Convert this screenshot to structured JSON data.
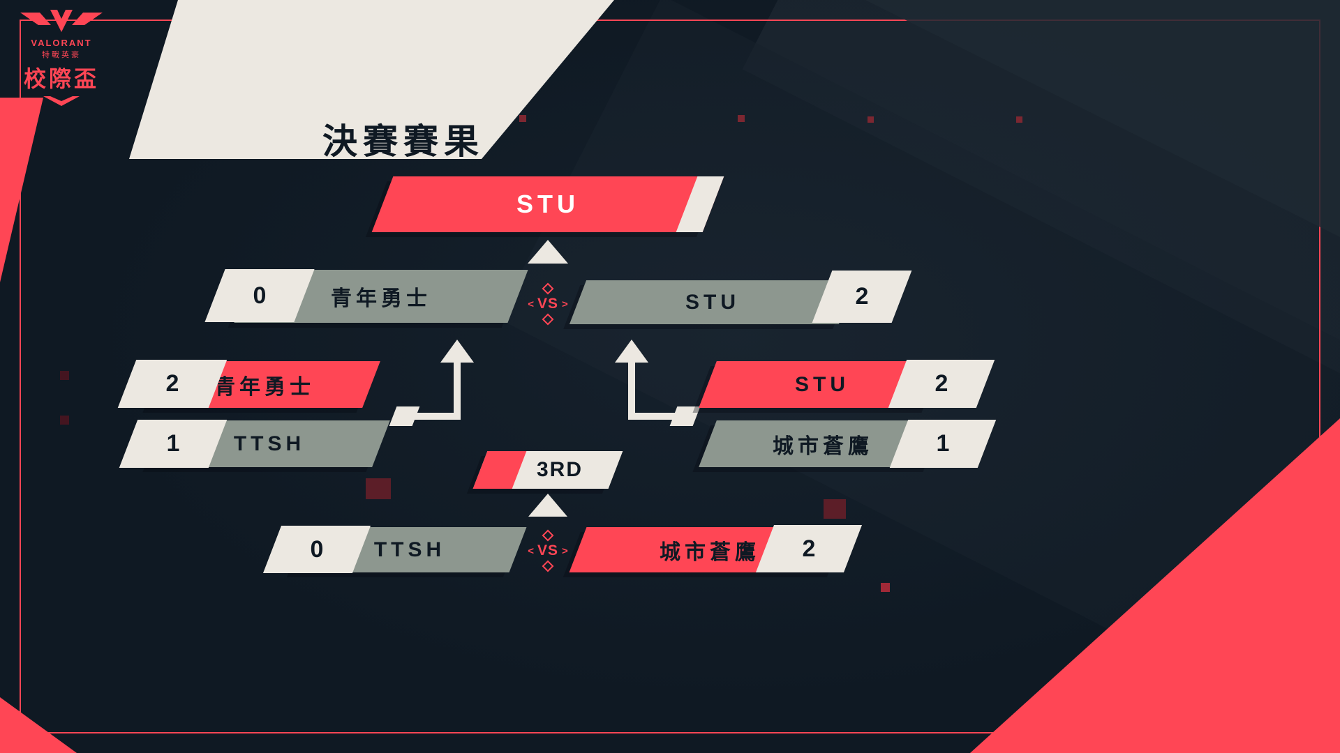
{
  "colors": {
    "accent_red": "#ff4655",
    "background_dark": "#0f1923",
    "cream": "#ece8e1",
    "sage": "#8d978f",
    "text_dark": "#0f1923"
  },
  "logo": {
    "brand": "VALORANT",
    "tagline": "特戰英豪",
    "event": "校際盃"
  },
  "header": {
    "title": "決賽賽果"
  },
  "vs_ornament": {
    "left": "<",
    "right": ">"
  },
  "bracket": {
    "champion": {
      "team": "STU"
    },
    "final": {
      "vs": "VS",
      "left": {
        "team": "青年勇士",
        "score": "0"
      },
      "right": {
        "team": "STU",
        "score": "2"
      }
    },
    "semi_left": {
      "top": {
        "team": "青年勇士",
        "score": "2"
      },
      "bottom": {
        "team": "TTSH",
        "score": "1"
      }
    },
    "semi_right": {
      "top": {
        "team": "STU",
        "score": "2"
      },
      "bottom": {
        "team": "城市蒼鷹",
        "score": "1"
      }
    },
    "third": {
      "label": "3RD",
      "vs": "VS",
      "left": {
        "team": "TTSH",
        "score": "0"
      },
      "right": {
        "team": "城市蒼鷹",
        "score": "2"
      }
    }
  }
}
